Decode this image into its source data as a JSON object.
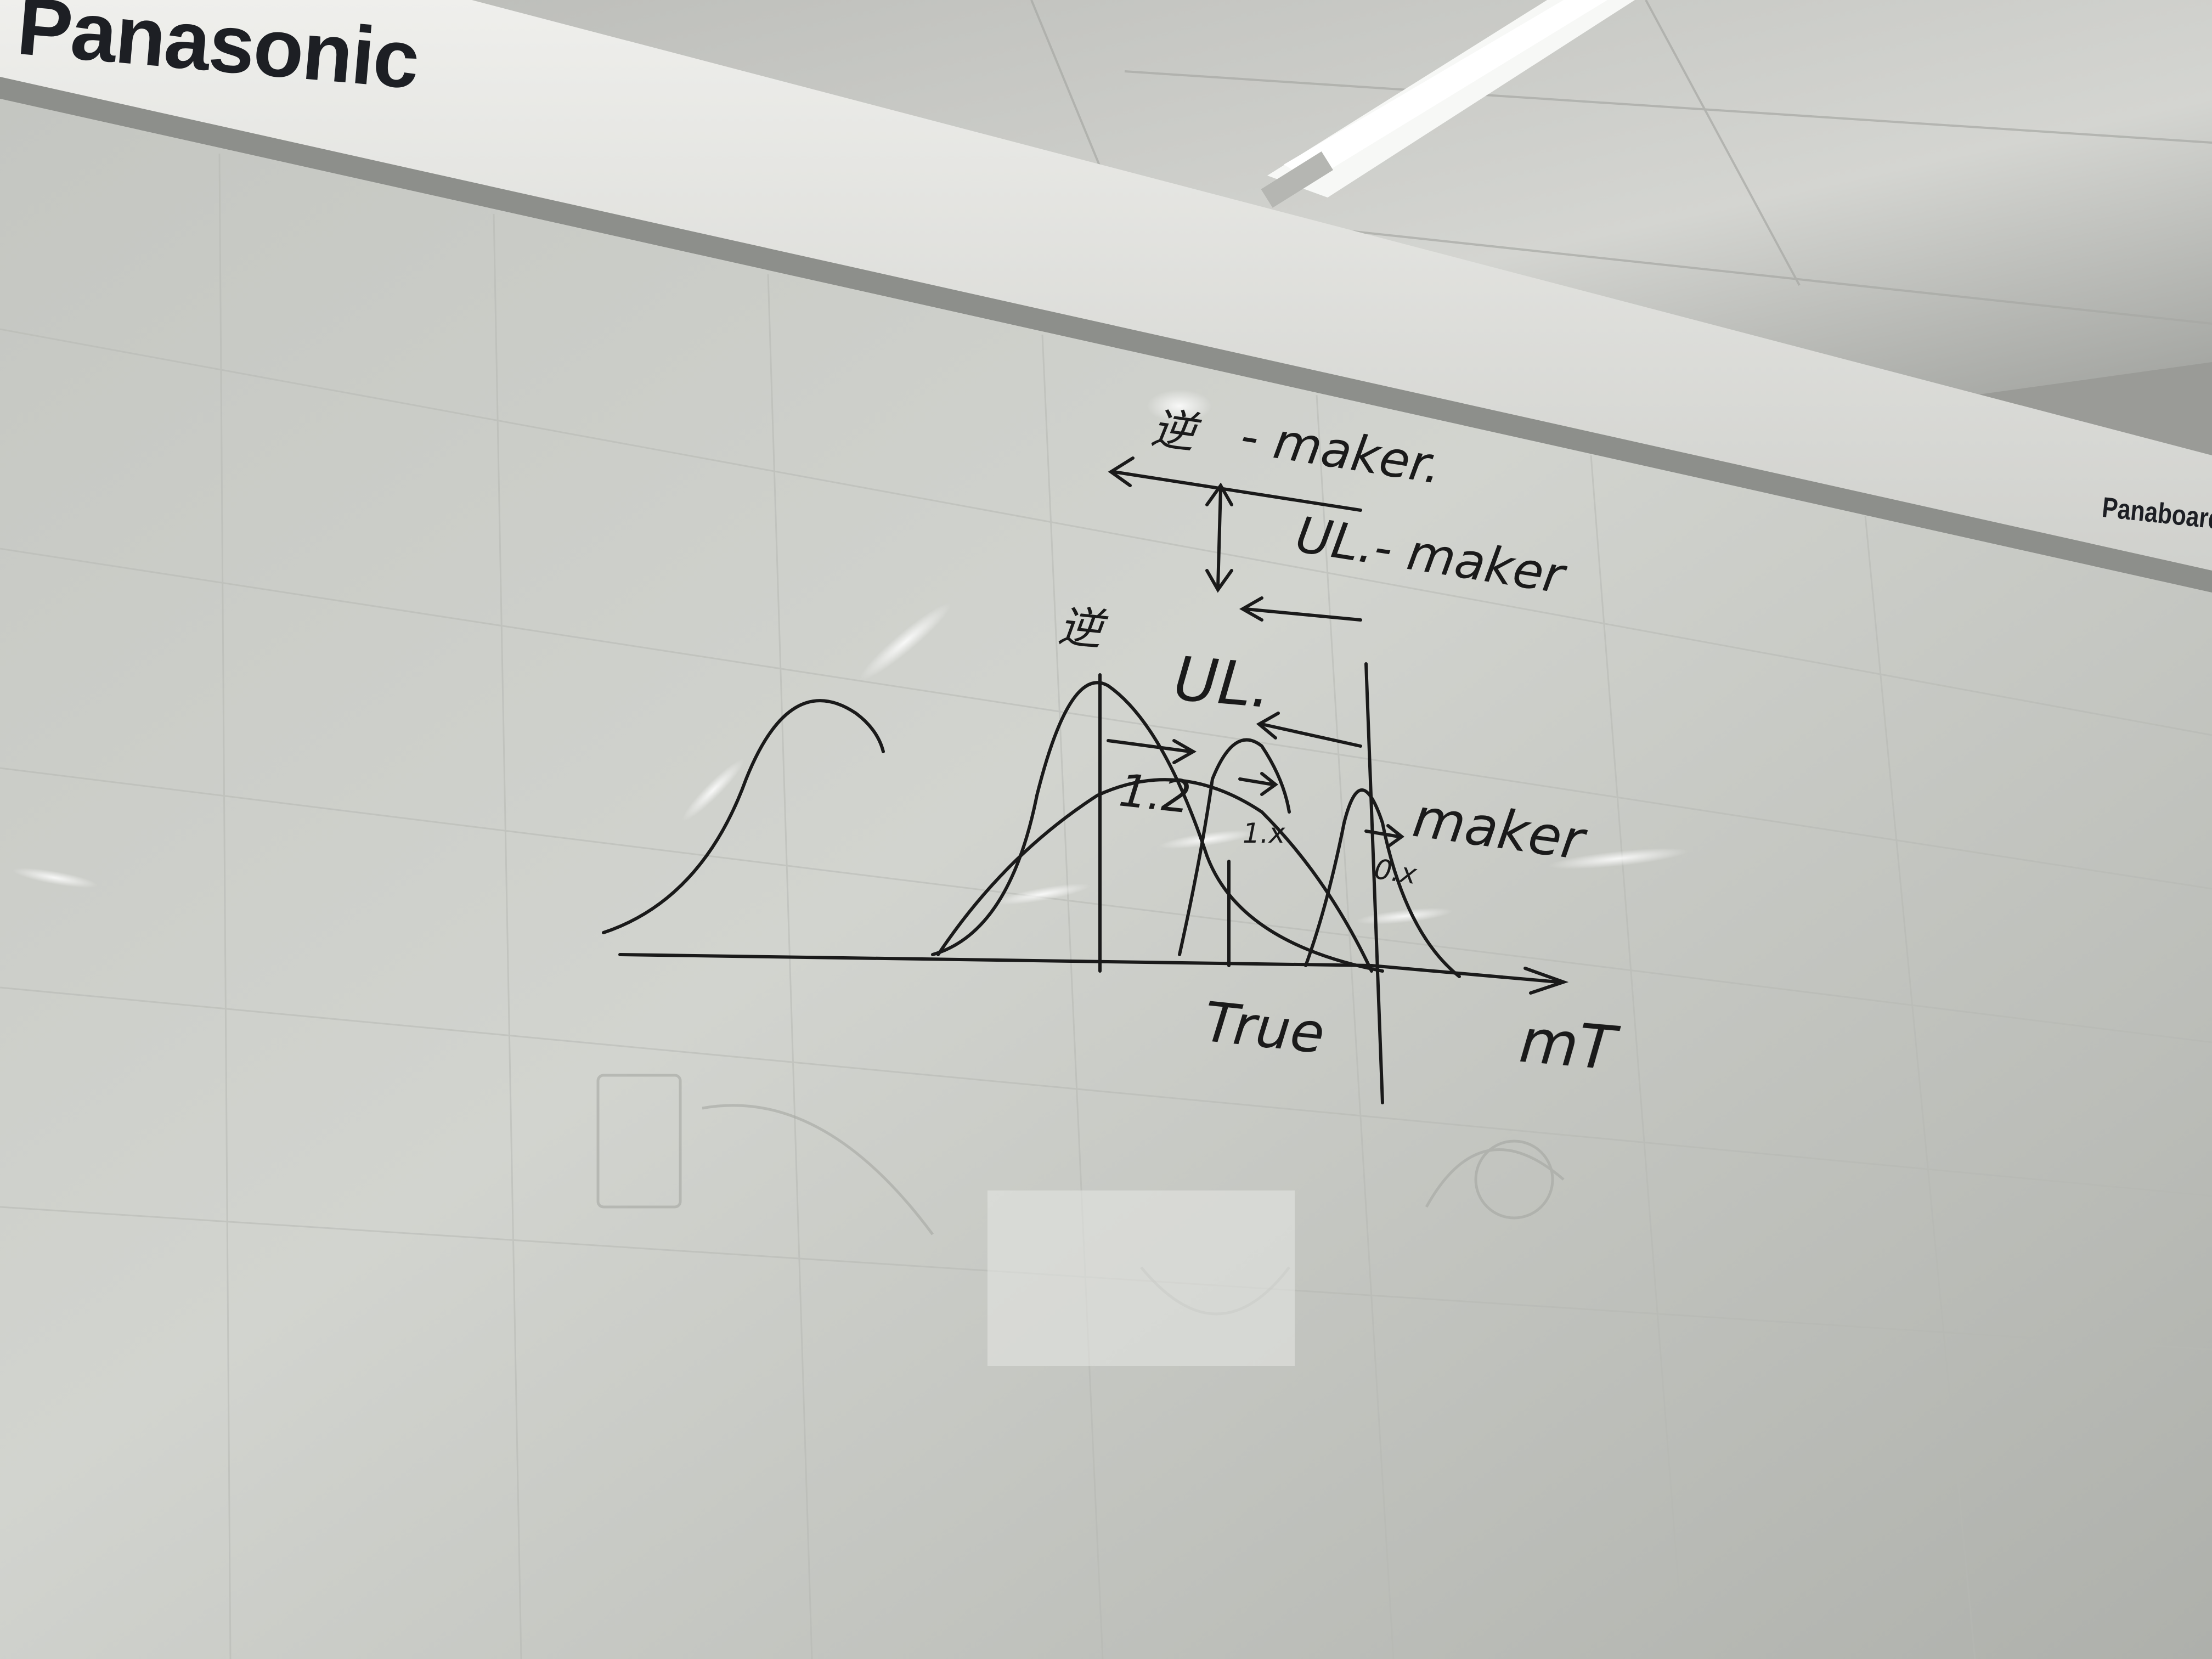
{
  "brand": {
    "main": "Panasonic",
    "board": "Panaboard"
  },
  "whiteboard": {
    "top_label_zhu": "逆",
    "top_label_maker": "- maker.",
    "ul_maker_label": "UL.- maker",
    "peak_label_zhu": "逆",
    "peak_label_ul": "UL.",
    "shift_label_a": "1.2",
    "shift_label_b": "1.x",
    "shift_label_c": "0.x",
    "maker_label": "maker",
    "true_label": "True",
    "axis_label": "mT"
  },
  "colors": {
    "ceiling": "#c9cac6",
    "frame": "#e6e6e3",
    "board": "#c7cac4",
    "ink": "#1a1a1a"
  }
}
